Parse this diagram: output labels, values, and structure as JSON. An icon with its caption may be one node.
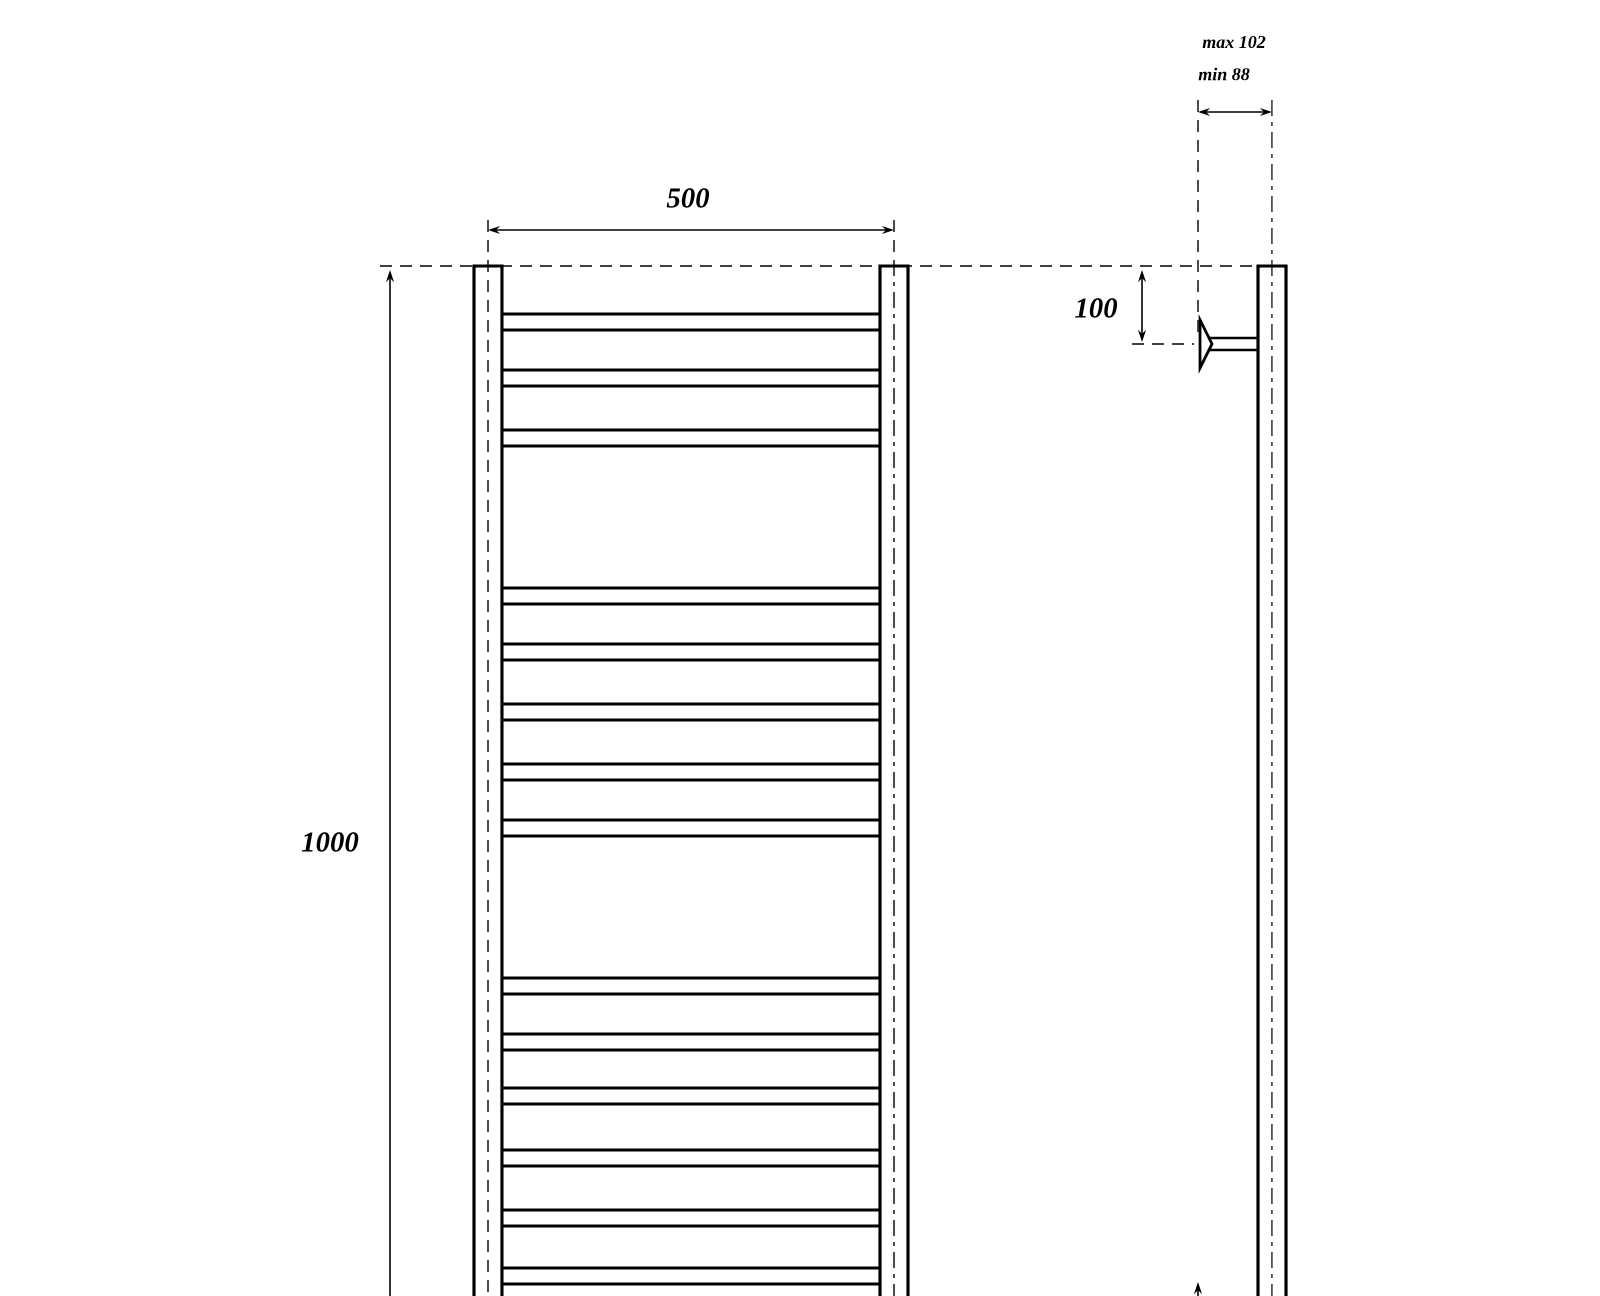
{
  "diagram": {
    "labels": [
      "max 102",
      "min 88",
      "500",
      "100",
      "1000"
    ]
  }
}
